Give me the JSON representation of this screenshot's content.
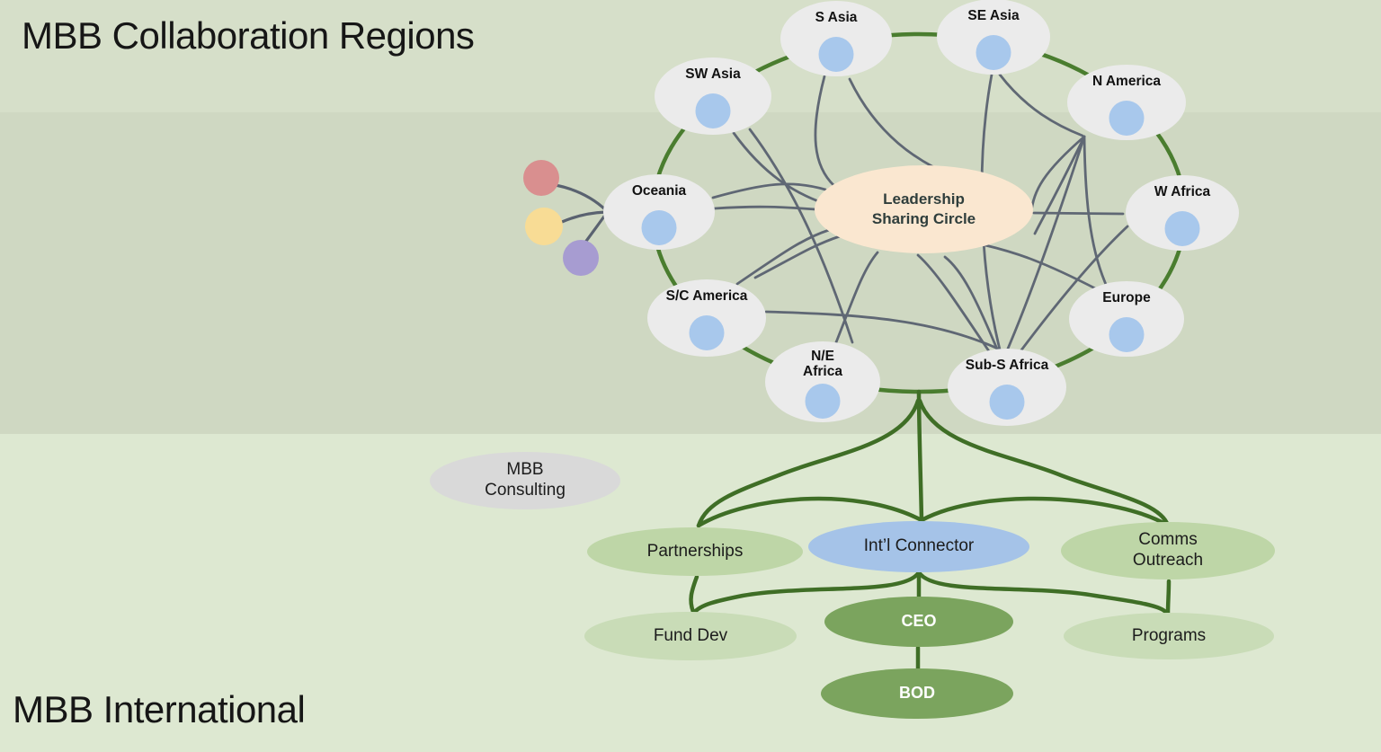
{
  "titles": {
    "top": "MBB Collaboration Regions",
    "bottom": "MBB International"
  },
  "center_circle": {
    "label": "Leadership\nSharing Circle"
  },
  "regions": [
    {
      "label": "S Asia"
    },
    {
      "label": "SE Asia"
    },
    {
      "label": "N America"
    },
    {
      "label": "W Africa"
    },
    {
      "label": "Europe"
    },
    {
      "label": "Sub-S Africa"
    },
    {
      "label": "N/E\nAfrica"
    },
    {
      "label": "S/C America"
    },
    {
      "label": "Oceania"
    },
    {
      "label": "SW Asia"
    }
  ],
  "satellite_dots": [
    {
      "name": "red-dot",
      "color": "#d98f8f"
    },
    {
      "name": "yellow-dot",
      "color": "#f8dc95"
    },
    {
      "name": "purple-dot",
      "color": "#a79cd1"
    }
  ],
  "org": {
    "consulting": "MBB\nConsulting",
    "partnerships": "Partnerships",
    "intl_connector": "Int’l Connector",
    "comms_outreach": "Comms\nOutreach",
    "fund_dev": "Fund Dev",
    "ceo": "CEO",
    "programs": "Programs",
    "bod": "BOD"
  },
  "colors": {
    "band_top": "#d6dfc9",
    "band_middle": "#cfd8c2",
    "band_bottom": "#dde8d1",
    "ring_green": "#4a7d2f",
    "tree_green": "#3f6e26",
    "web_line_gray": "#5a6270",
    "region_fill": "#ebebeb",
    "region_marker_blue": "#a8c8ec",
    "center_fill": "#fae7d0",
    "org_green": "#bed6a7",
    "org_green_light": "#c9dcb7",
    "org_green_dark": "#7ba45e",
    "org_blue": "#a5c3e8",
    "org_gray": "#d9d9d9"
  }
}
